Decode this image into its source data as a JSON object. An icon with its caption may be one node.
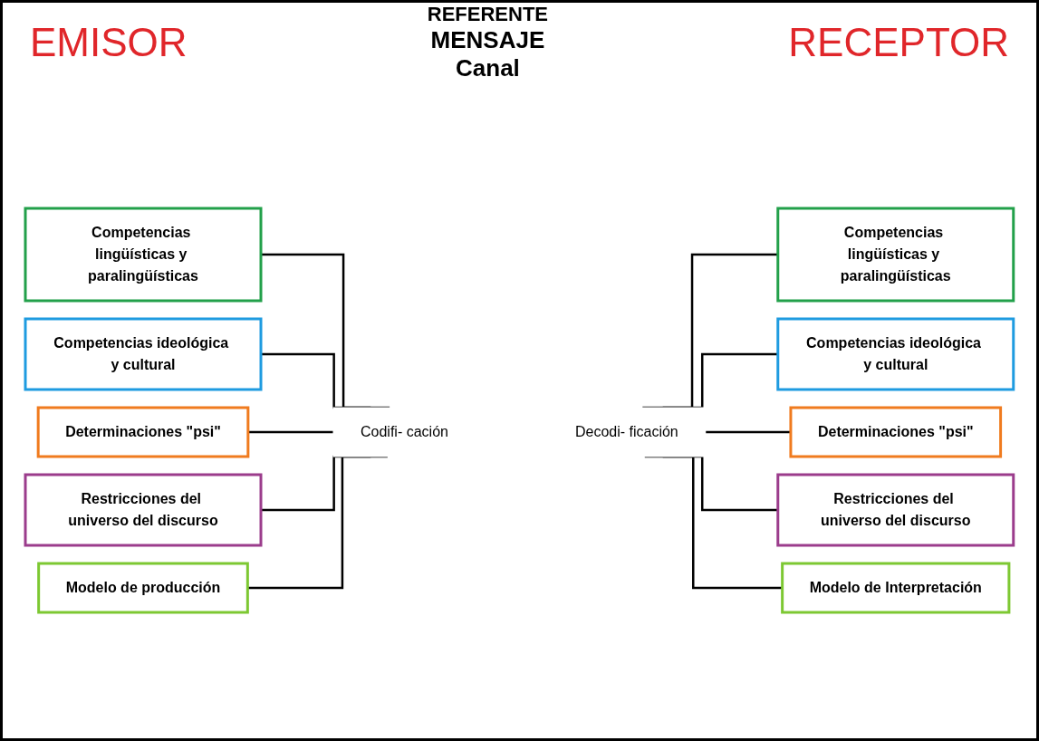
{
  "diagram": {
    "nodes": [
      {
        "text": [
          "Competencias lingüísticas y paralingüísticas"
        ]
      },
      {
        "text": [
          "Competencias ideológica y cultural"
        ]
      },
      {
        "text": [
          "Determinaciones \"psi\""
        ]
      },
      {
        "text": [
          "Restricciones del universo del discurso"
        ]
      },
      {
        "text": [
          "Modelo de producción"
        ]
      },
      {
        "text": [
          "Codifi- cación"
        ]
      },
      {
        "text": [
          "Decodi- ficación"
        ]
      },
      {
        "text": [
          "Competencias lingüísticas y paralingüísticas"
        ]
      },
      {
        "text": [
          "Competencias ideológica y cultural"
        ]
      },
      {
        "text": [
          "Determinaciones \"psi\""
        ]
      },
      {
        "text": [
          "Restricciones del universo del discurso"
        ]
      },
      {
        "text": [
          "Modelo de Interpretación"
        ]
      }
    ],
    "edges": [
      {
        "from": 0,
        "to": 5,
        "arrow": "none"
      },
      {
        "from": 1,
        "to": 5,
        "arrow": "none"
      },
      {
        "from": 2,
        "to": 5,
        "arrow": "none"
      },
      {
        "from": 3,
        "to": 5,
        "arrow": "none"
      },
      {
        "from": 4,
        "to": 5,
        "arrow": "none"
      },
      {
        "from": 6,
        "to": 7,
        "arrow": "none"
      },
      {
        "from": 6,
        "to": 8,
        "arrow": "none"
      },
      {
        "from": 6,
        "to": 9,
        "arrow": "none"
      },
      {
        "from": 6,
        "to": 10,
        "arrow": "none"
      },
      {
        "from": 6,
        "to": 11,
        "arrow": "none"
      }
    ],
    "labels": [
      "REFERENTE",
      "EMISOR",
      "RECEPTOR",
      "MENSAJE",
      "Canal"
    ]
  }
}
